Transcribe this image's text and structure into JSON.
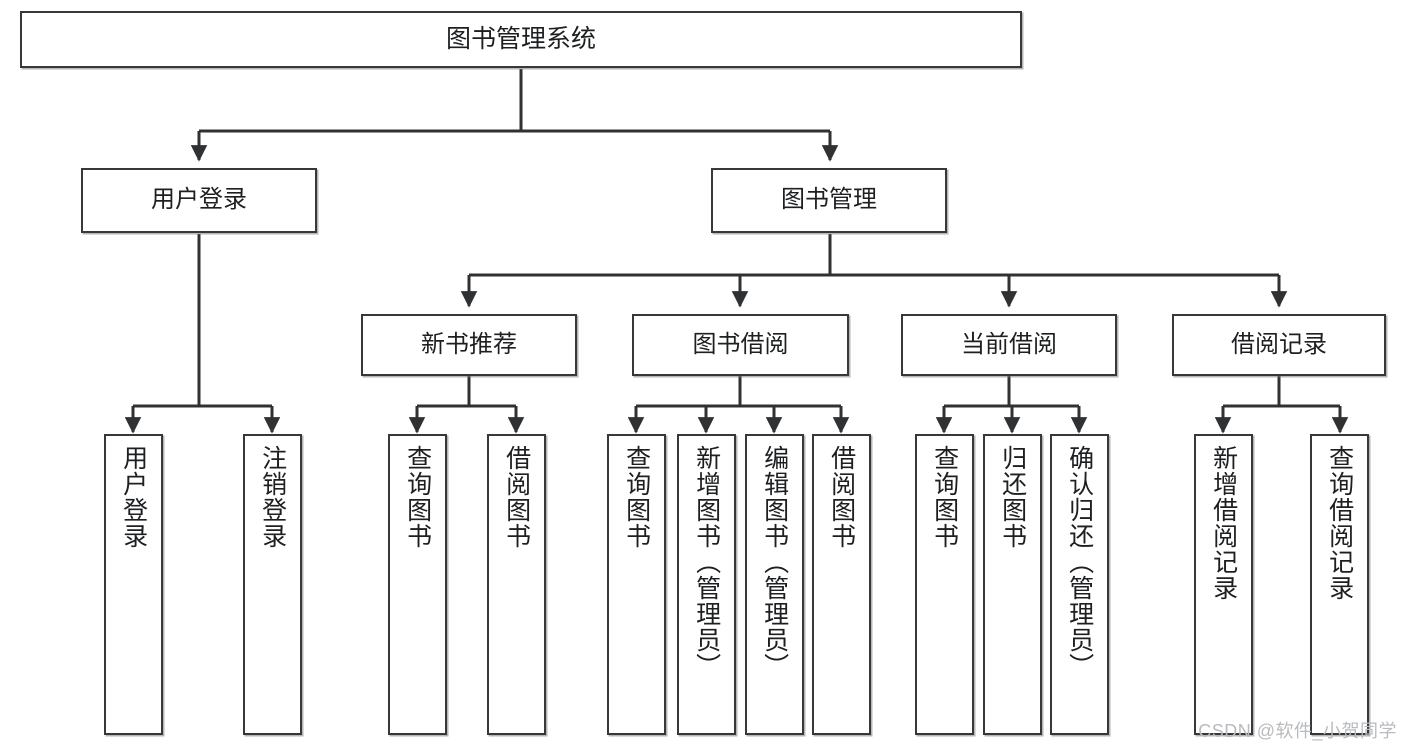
{
  "diagram": {
    "title": "图书管理系统",
    "type": "function-structure-tree",
    "stroke_color": "#36383a",
    "fill_color": "#ffffff",
    "text_color": "#1d1f21",
    "watermark": "CSDN @软件_小贺同学",
    "root": {
      "label": "图书管理系统"
    },
    "level1": [
      {
        "label": "用户登录"
      },
      {
        "label": "图书管理"
      }
    ],
    "level2": [
      {
        "label": "新书推荐"
      },
      {
        "label": "图书借阅"
      },
      {
        "label": "当前借阅"
      },
      {
        "label": "借阅记录"
      }
    ],
    "leaves": {
      "user_login": [
        {
          "label": "用户登录"
        },
        {
          "label": "注销登录"
        }
      ],
      "new_book_recommend": [
        {
          "label": "查询图书"
        },
        {
          "label": "借阅图书"
        }
      ],
      "book_borrow": [
        {
          "label": "查询图书"
        },
        {
          "label": "新增图书（管理员）"
        },
        {
          "label": "编辑图书（管理员）"
        },
        {
          "label": "借阅图书"
        }
      ],
      "current_borrow": [
        {
          "label": "查询图书"
        },
        {
          "label": "归还图书"
        },
        {
          "label": "确认归还（管理员）"
        }
      ],
      "borrow_records": [
        {
          "label": "新增借阅记录"
        },
        {
          "label": "查询借阅记录"
        }
      ]
    }
  }
}
